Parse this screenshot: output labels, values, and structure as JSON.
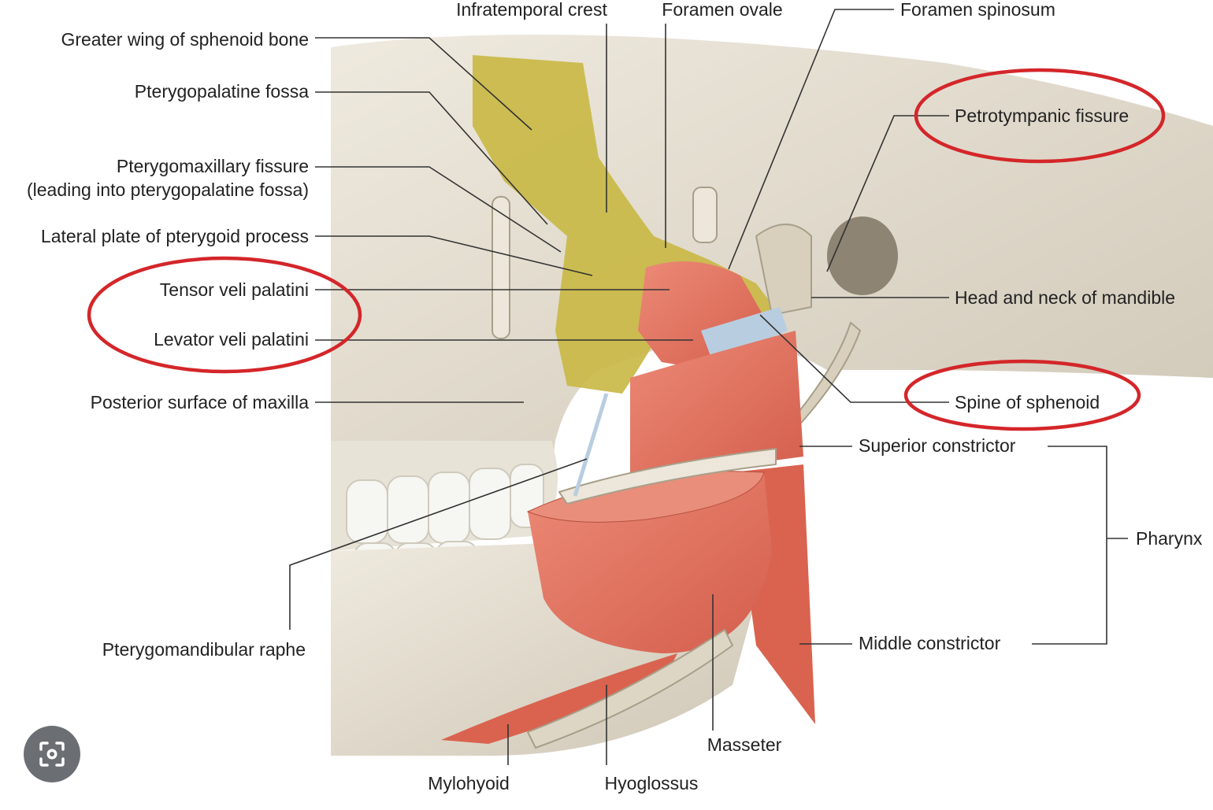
{
  "labels": {
    "infratemporal_crest": "Infratemporal crest",
    "foramen_ovale": "Foramen ovale",
    "foramen_spinosum": "Foramen spinosum",
    "greater_wing": "Greater wing of sphenoid bone",
    "pterygopalatine_fossa": "Pterygopalatine fossa",
    "pterygomaxillary_fissure_1": "Pterygomaxillary fissure",
    "pterygomaxillary_fissure_2": "(leading into pterygopalatine fossa)",
    "lateral_plate": "Lateral plate of pterygoid process",
    "tensor_veli": "Tensor veli palatini",
    "levator_veli": "Levator veli palatini",
    "posterior_maxilla": "Posterior surface of maxilla",
    "pterygomandibular_raphe": "Pterygomandibular raphe",
    "petrotympanic_fissure": "Petrotympanic fissure",
    "head_neck_mandible": "Head and neck of mandible",
    "spine_sphenoid": "Spine of sphenoid",
    "superior_constrictor": "Superior constrictor",
    "pharynx": "Pharynx",
    "middle_constrictor": "Middle constrictor",
    "masseter": "Masseter",
    "mylohyoid": "Mylohyoid",
    "hyoglossus": "Hyoglossus"
  },
  "colors": {
    "bone": "#e2dccd",
    "sphenoid": "#c9b847",
    "muscle": "#e1705e",
    "highlight_circle": "#d4262a"
  },
  "icons": {
    "lens": "lens-search-icon"
  }
}
